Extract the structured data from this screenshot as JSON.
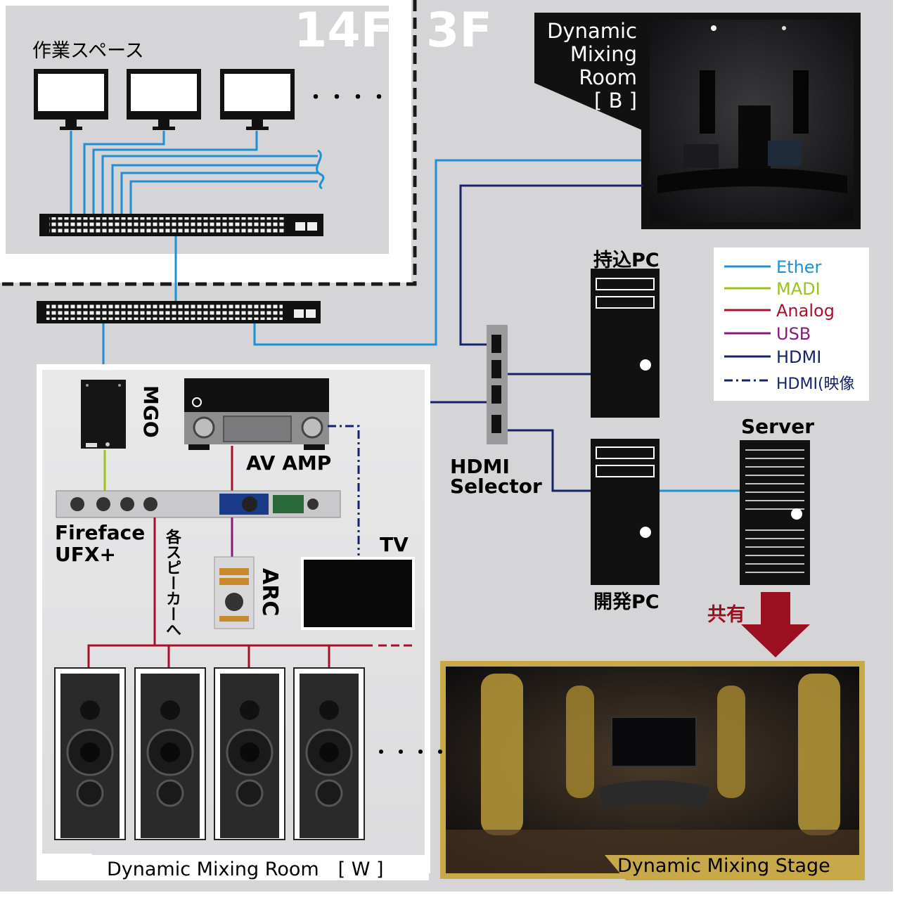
{
  "floors": {
    "upper": "14F",
    "lower": "3F"
  },
  "work_space": {
    "title": "作業スペース",
    "more": "・・・・"
  },
  "room_b": {
    "title_lines": [
      "Dynamic",
      "Mixing",
      "Room",
      "[ B ]"
    ]
  },
  "legend": {
    "items": [
      {
        "label": "Ether",
        "color": "#1e90d6",
        "style": "solid"
      },
      {
        "label": "MADI",
        "color": "#9bc31c",
        "style": "solid"
      },
      {
        "label": "Analog",
        "color": "#a8102a",
        "style": "solid"
      },
      {
        "label": "USB",
        "color": "#8a1a7a",
        "style": "solid"
      },
      {
        "label": "HDMI",
        "color": "#16236a",
        "style": "solid"
      },
      {
        "label": "HDMI(映像",
        "color": "#16236a",
        "style": "dashdot"
      }
    ]
  },
  "devices": {
    "mgo": "MGO",
    "av_amp": "AV AMP",
    "fireface": [
      "Fireface",
      "UFX+"
    ],
    "speakers_note": "各スピーカーへ",
    "arc": "ARC",
    "tv": "TV",
    "hdmi_selector": [
      "HDMI",
      "Selector"
    ],
    "pc_bring": "持込PC",
    "pc_dev": "開発PC",
    "server": "Server",
    "shared": "共有",
    "more_speakers": "・・・・"
  },
  "rooms": {
    "room_w": "Dynamic Mixing Room　[ W ]",
    "stage": "Dynamic Mixing Stage"
  },
  "colors": {
    "background": "#d5d5d7",
    "ether": "#1e90d6",
    "madi": "#9bc31c",
    "analog": "#a8102a",
    "usb": "#8a1a7a",
    "hdmi": "#16236a",
    "arrow": "#9b1020",
    "stage_frame": "#c8a94a"
  }
}
